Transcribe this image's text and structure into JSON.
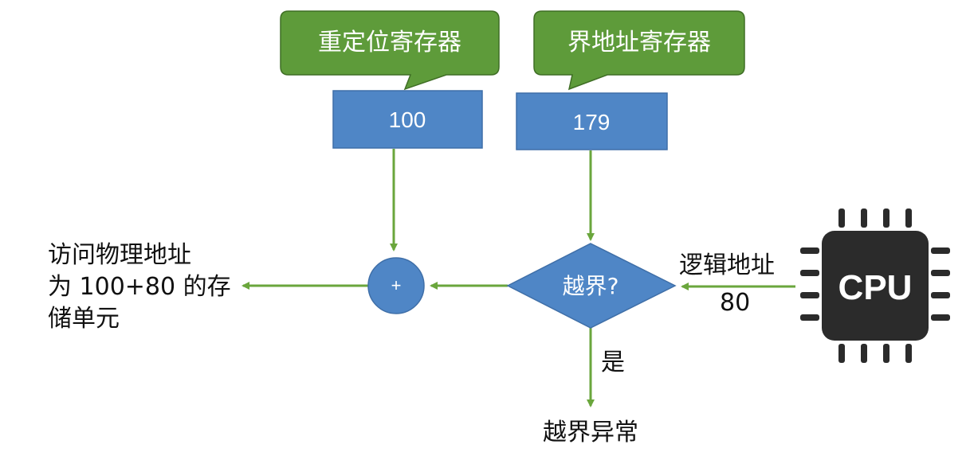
{
  "colors": {
    "callout_fill": "#5e9b3a",
    "callout_stroke": "#3f6e25",
    "box_fill": "#4f86c6",
    "box_stroke": "#3f6fa8",
    "arrow": "#6aa63c",
    "cpu_body": "#2b2b2b",
    "text": "#111111"
  },
  "relocation_register": {
    "label": "重定位寄存器",
    "value": "100"
  },
  "limit_register": {
    "label": "界地址寄存器",
    "value": "179"
  },
  "decision": {
    "label": "越界?"
  },
  "adder": {
    "label": "+"
  },
  "output": {
    "line1": "访问物理地址",
    "line2": "为 100+80 的存",
    "line3": "储单元"
  },
  "logical_address": {
    "label": "逻辑地址",
    "value": "80"
  },
  "yes_branch": {
    "label": "是"
  },
  "exception": {
    "label": "越界异常"
  },
  "cpu": {
    "label": "CPU",
    "icon": "cpu-chip-icon"
  }
}
